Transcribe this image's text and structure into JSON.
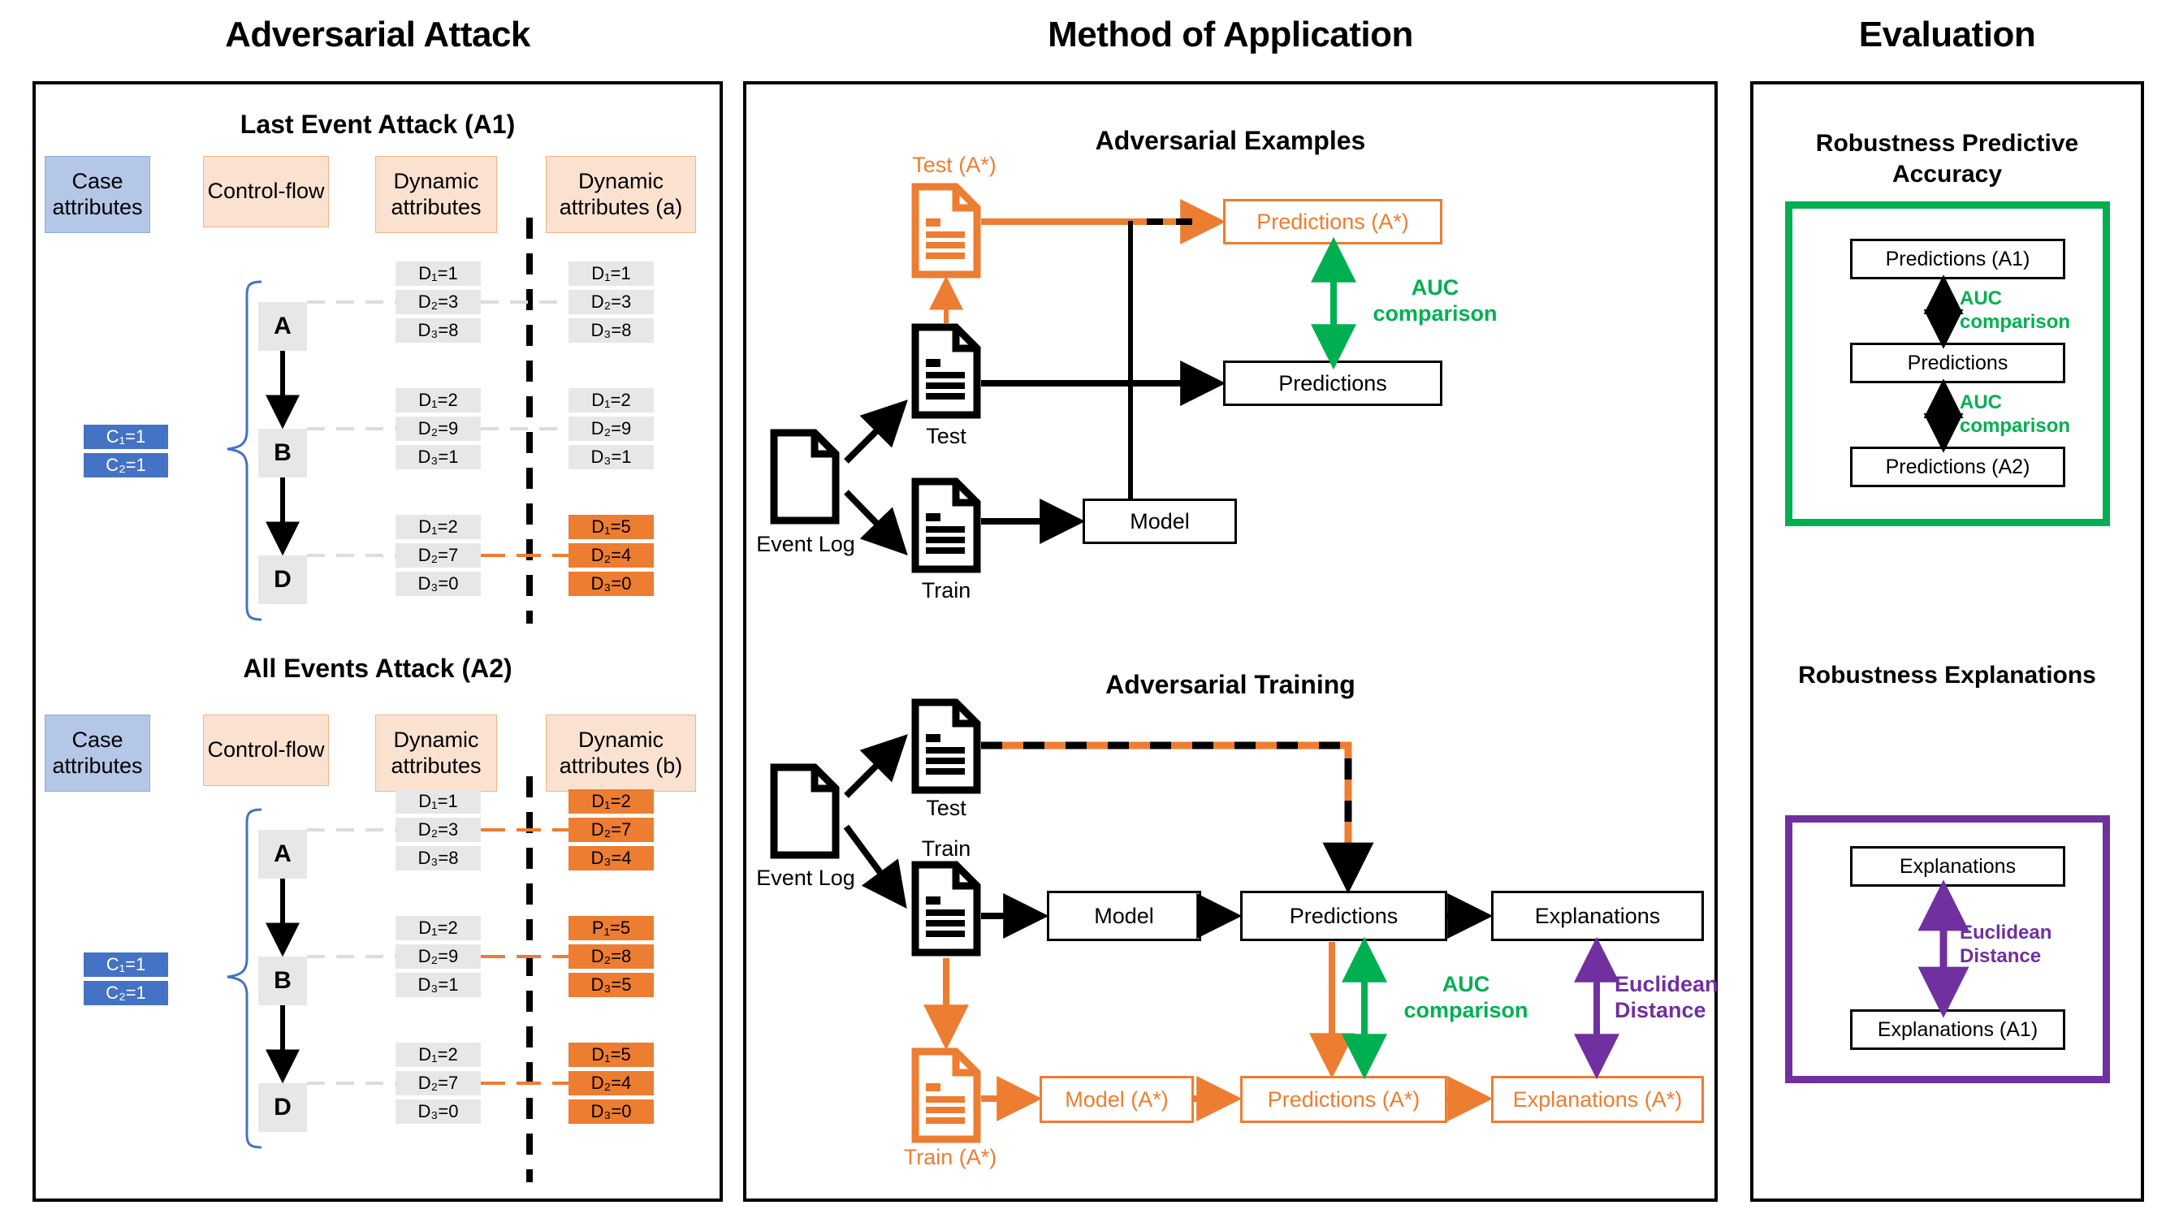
{
  "panels": {
    "left": {
      "title": "Adversarial Attack"
    },
    "middle": {
      "title": "Method of Application"
    },
    "right": {
      "title": "Evaluation"
    }
  },
  "colors": {
    "orange": "#ED7D31",
    "green": "#00B050",
    "purple": "#7030A0",
    "blue": "#4472C4",
    "light_blue": "#B4C7E7",
    "light_peach": "#FBE2D0",
    "grey": "#E7E7E7"
  },
  "attack": {
    "a1": {
      "title": "Last Event Attack (A1)",
      "headers": [
        "Case attributes",
        "Control-flow",
        "Dynamic attributes",
        "Dynamic attributes (a)"
      ],
      "case_attributes": [
        "C₁=1",
        "C₂=1"
      ],
      "activities": [
        "A",
        "B",
        "D"
      ],
      "original": [
        [
          "D₁=1",
          "D₂=3",
          "D₃=8"
        ],
        [
          "D₁=2",
          "D₂=9",
          "D₃=1"
        ],
        [
          "D₁=2",
          "D₂=7",
          "D₃=0"
        ]
      ],
      "adversarial": [
        [
          "D₁=1",
          "D₂=3",
          "D₃=8"
        ],
        [
          "D₁=2",
          "D₂=9",
          "D₃=1"
        ],
        [
          "D₁=5",
          "D₂=4",
          "D₃=0"
        ]
      ],
      "perturbed_rows": [
        false,
        false,
        true
      ]
    },
    "a2": {
      "title": "All Events Attack (A2)",
      "headers": [
        "Case attributes",
        "Control-flow",
        "Dynamic attributes",
        "Dynamic attributes (b)"
      ],
      "case_attributes": [
        "C₁=1",
        "C₂=1"
      ],
      "activities": [
        "A",
        "B",
        "D"
      ],
      "original": [
        [
          "D₁=1",
          "D₂=3",
          "D₃=8"
        ],
        [
          "D₁=2",
          "D₂=9",
          "D₃=1"
        ],
        [
          "D₁=2",
          "D₂=7",
          "D₃=0"
        ]
      ],
      "adversarial": [
        [
          "D₁=2",
          "D₂=7",
          "D₃=4"
        ],
        [
          "P₁=5",
          "D₂=8",
          "D₃=5"
        ],
        [
          "D₁=5",
          "D₂=4",
          "D₃=0"
        ]
      ],
      "perturbed_rows": [
        true,
        true,
        true
      ]
    }
  },
  "method": {
    "examples": {
      "title": "Adversarial Examples",
      "event_log": "Event Log",
      "test_adv_label": "Test (A*)",
      "test_label": "Test",
      "train_label": "Train",
      "predictions_adv": "Predictions (A*)",
      "predictions": "Predictions",
      "model": "Model",
      "auc_line1": "AUC",
      "auc_line2": "comparison"
    },
    "training": {
      "title": "Adversarial Training",
      "event_log": "Event Log",
      "test_label": "Test",
      "train_label": "Train",
      "train_adv_label": "Train (A*)",
      "model": "Model",
      "predictions": "Predictions",
      "explanations": "Explanations",
      "model_adv": "Model (A*)",
      "predictions_adv": "Predictions (A*)",
      "explanations_adv": "Explanations (A*)",
      "auc_line1": "AUC",
      "auc_line2": "comparison",
      "euclid_line1": "Euclidean",
      "euclid_line2": "Distance"
    }
  },
  "evaluation": {
    "accuracy": {
      "title_line1": "Robustness Predictive",
      "title_line2": "Accuracy",
      "boxes": [
        "Predictions (A1)",
        "Predictions",
        "Predictions (A2)"
      ],
      "arrow_label_top_line1": "AUC",
      "arrow_label_top_line2": "comparison",
      "arrow_label_bottom_line1": "AUC",
      "arrow_label_bottom_line2": "comparison"
    },
    "explanations": {
      "title": "Robustness Explanations",
      "boxes": [
        "Explanations",
        "Explanations (A1)"
      ],
      "arrow_label_line1": "Euclidean",
      "arrow_label_line2": "Distance"
    }
  }
}
